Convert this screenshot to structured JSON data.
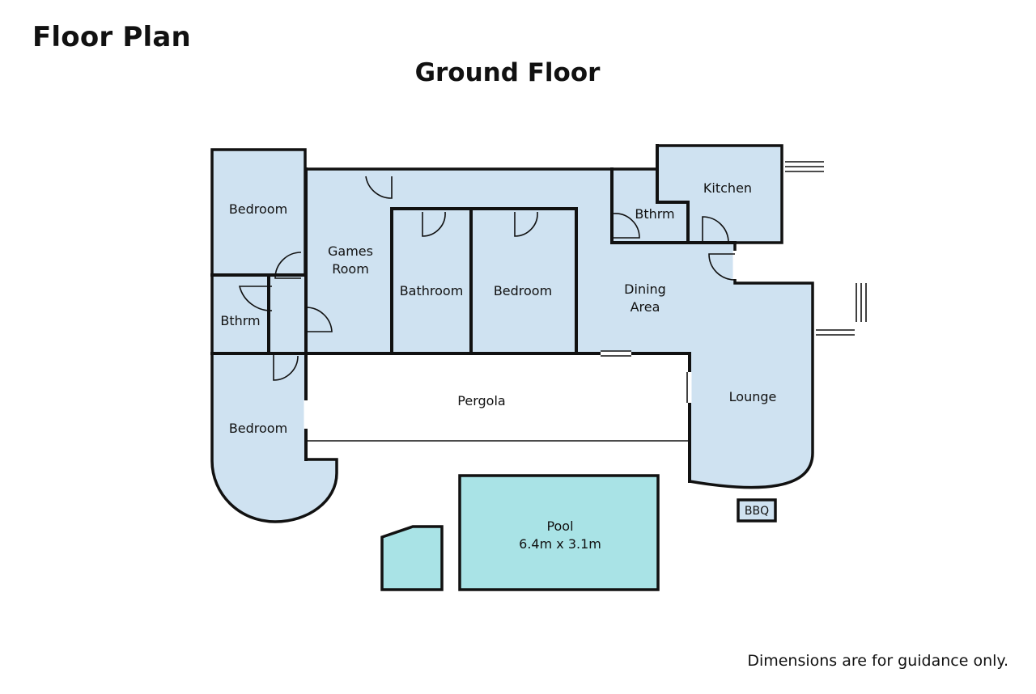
{
  "header": {
    "title": "Floor Plan",
    "floor": "Ground Floor"
  },
  "rooms": {
    "bedroom_top_left": "Bedroom",
    "bthrm_left": "Bthrm",
    "bedroom_bottom_left": "Bedroom",
    "games_room_line1": "Games",
    "games_room_line2": "Room",
    "bathroom": "Bathroom",
    "bedroom_middle": "Bedroom",
    "bthrm_right": "Bthrm",
    "kitchen": "Kitchen",
    "dining_line1": "Dining",
    "dining_line2": "Area",
    "lounge": "Lounge",
    "pergola": "Pergola",
    "bbq": "BBQ",
    "pool_name": "Pool",
    "pool_size": "6.4m x 3.1m"
  },
  "footer": {
    "disclaimer": "Dimensions are for guidance only."
  },
  "colors": {
    "room_fill": "#cfe2f1",
    "pool_fill": "#a9e3e6",
    "wall": "#111111"
  }
}
